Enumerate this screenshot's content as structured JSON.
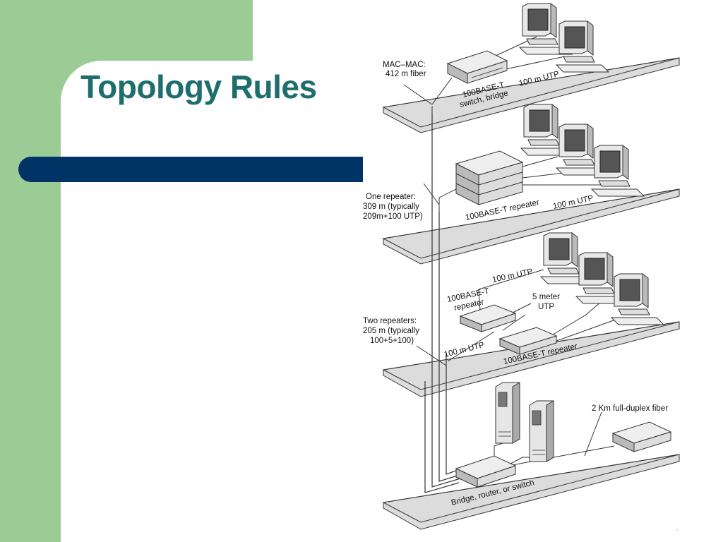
{
  "slide": {
    "title": "Topology Rules",
    "footer_mark": "."
  },
  "diagram": {
    "floor1": {
      "mac_label": [
        "MAC–MAC:",
        "412 m fiber"
      ],
      "device_label": [
        "100BASE-T",
        "switch, bridge"
      ],
      "utp_label": "100 m UTP"
    },
    "floor2": {
      "repeater_note": [
        "One repeater:",
        "309 m (typically",
        "209m+100 UTP)"
      ],
      "device_label": "100BASE-T repeater",
      "utp_label": "100 m UTP"
    },
    "floor3": {
      "repeater_note": [
        "Two repeaters:",
        "205 m (typically",
        "100+5+100)"
      ],
      "upper_repeater_label": [
        "100BASE-T",
        "repeater"
      ],
      "utp_top_label": "100 m UTP",
      "five_meter_label": [
        "5 meter",
        "UTP"
      ],
      "utp_bottom_label": "100 m UTP",
      "lower_repeater_label": "100BASE-T repeater"
    },
    "floor4": {
      "fiber_label": "2 Km full-duplex fiber",
      "device_label": "Bridge, router, or switch"
    }
  },
  "colors": {
    "green": "#9ccc96",
    "navy": "#003366",
    "title": "#1e6e6e"
  }
}
